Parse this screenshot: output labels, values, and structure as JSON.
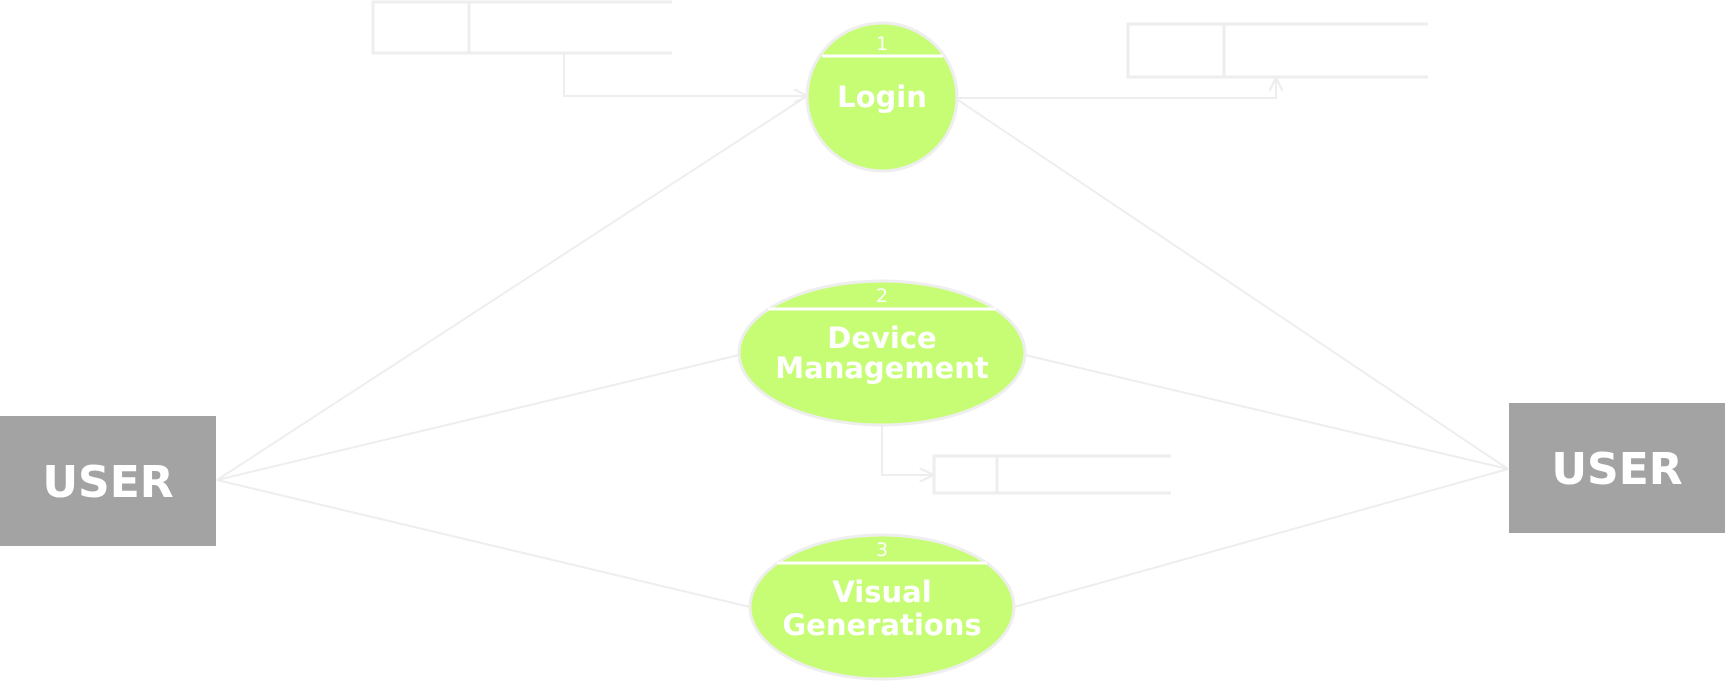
{
  "colors": {
    "entity_fill": "#a3a3a3",
    "process_fill": "#c6fd74",
    "line": "#eeeeee",
    "label": "#ffffff"
  },
  "entities": {
    "left": {
      "label": "USER"
    },
    "right": {
      "label": "USER"
    }
  },
  "processes": [
    {
      "number": "1",
      "title_lines": [
        "Login"
      ]
    },
    {
      "number": "2",
      "title_lines": [
        "Device",
        "Management"
      ]
    },
    {
      "number": "3",
      "title_lines": [
        "Visual",
        "Generations"
      ]
    }
  ]
}
